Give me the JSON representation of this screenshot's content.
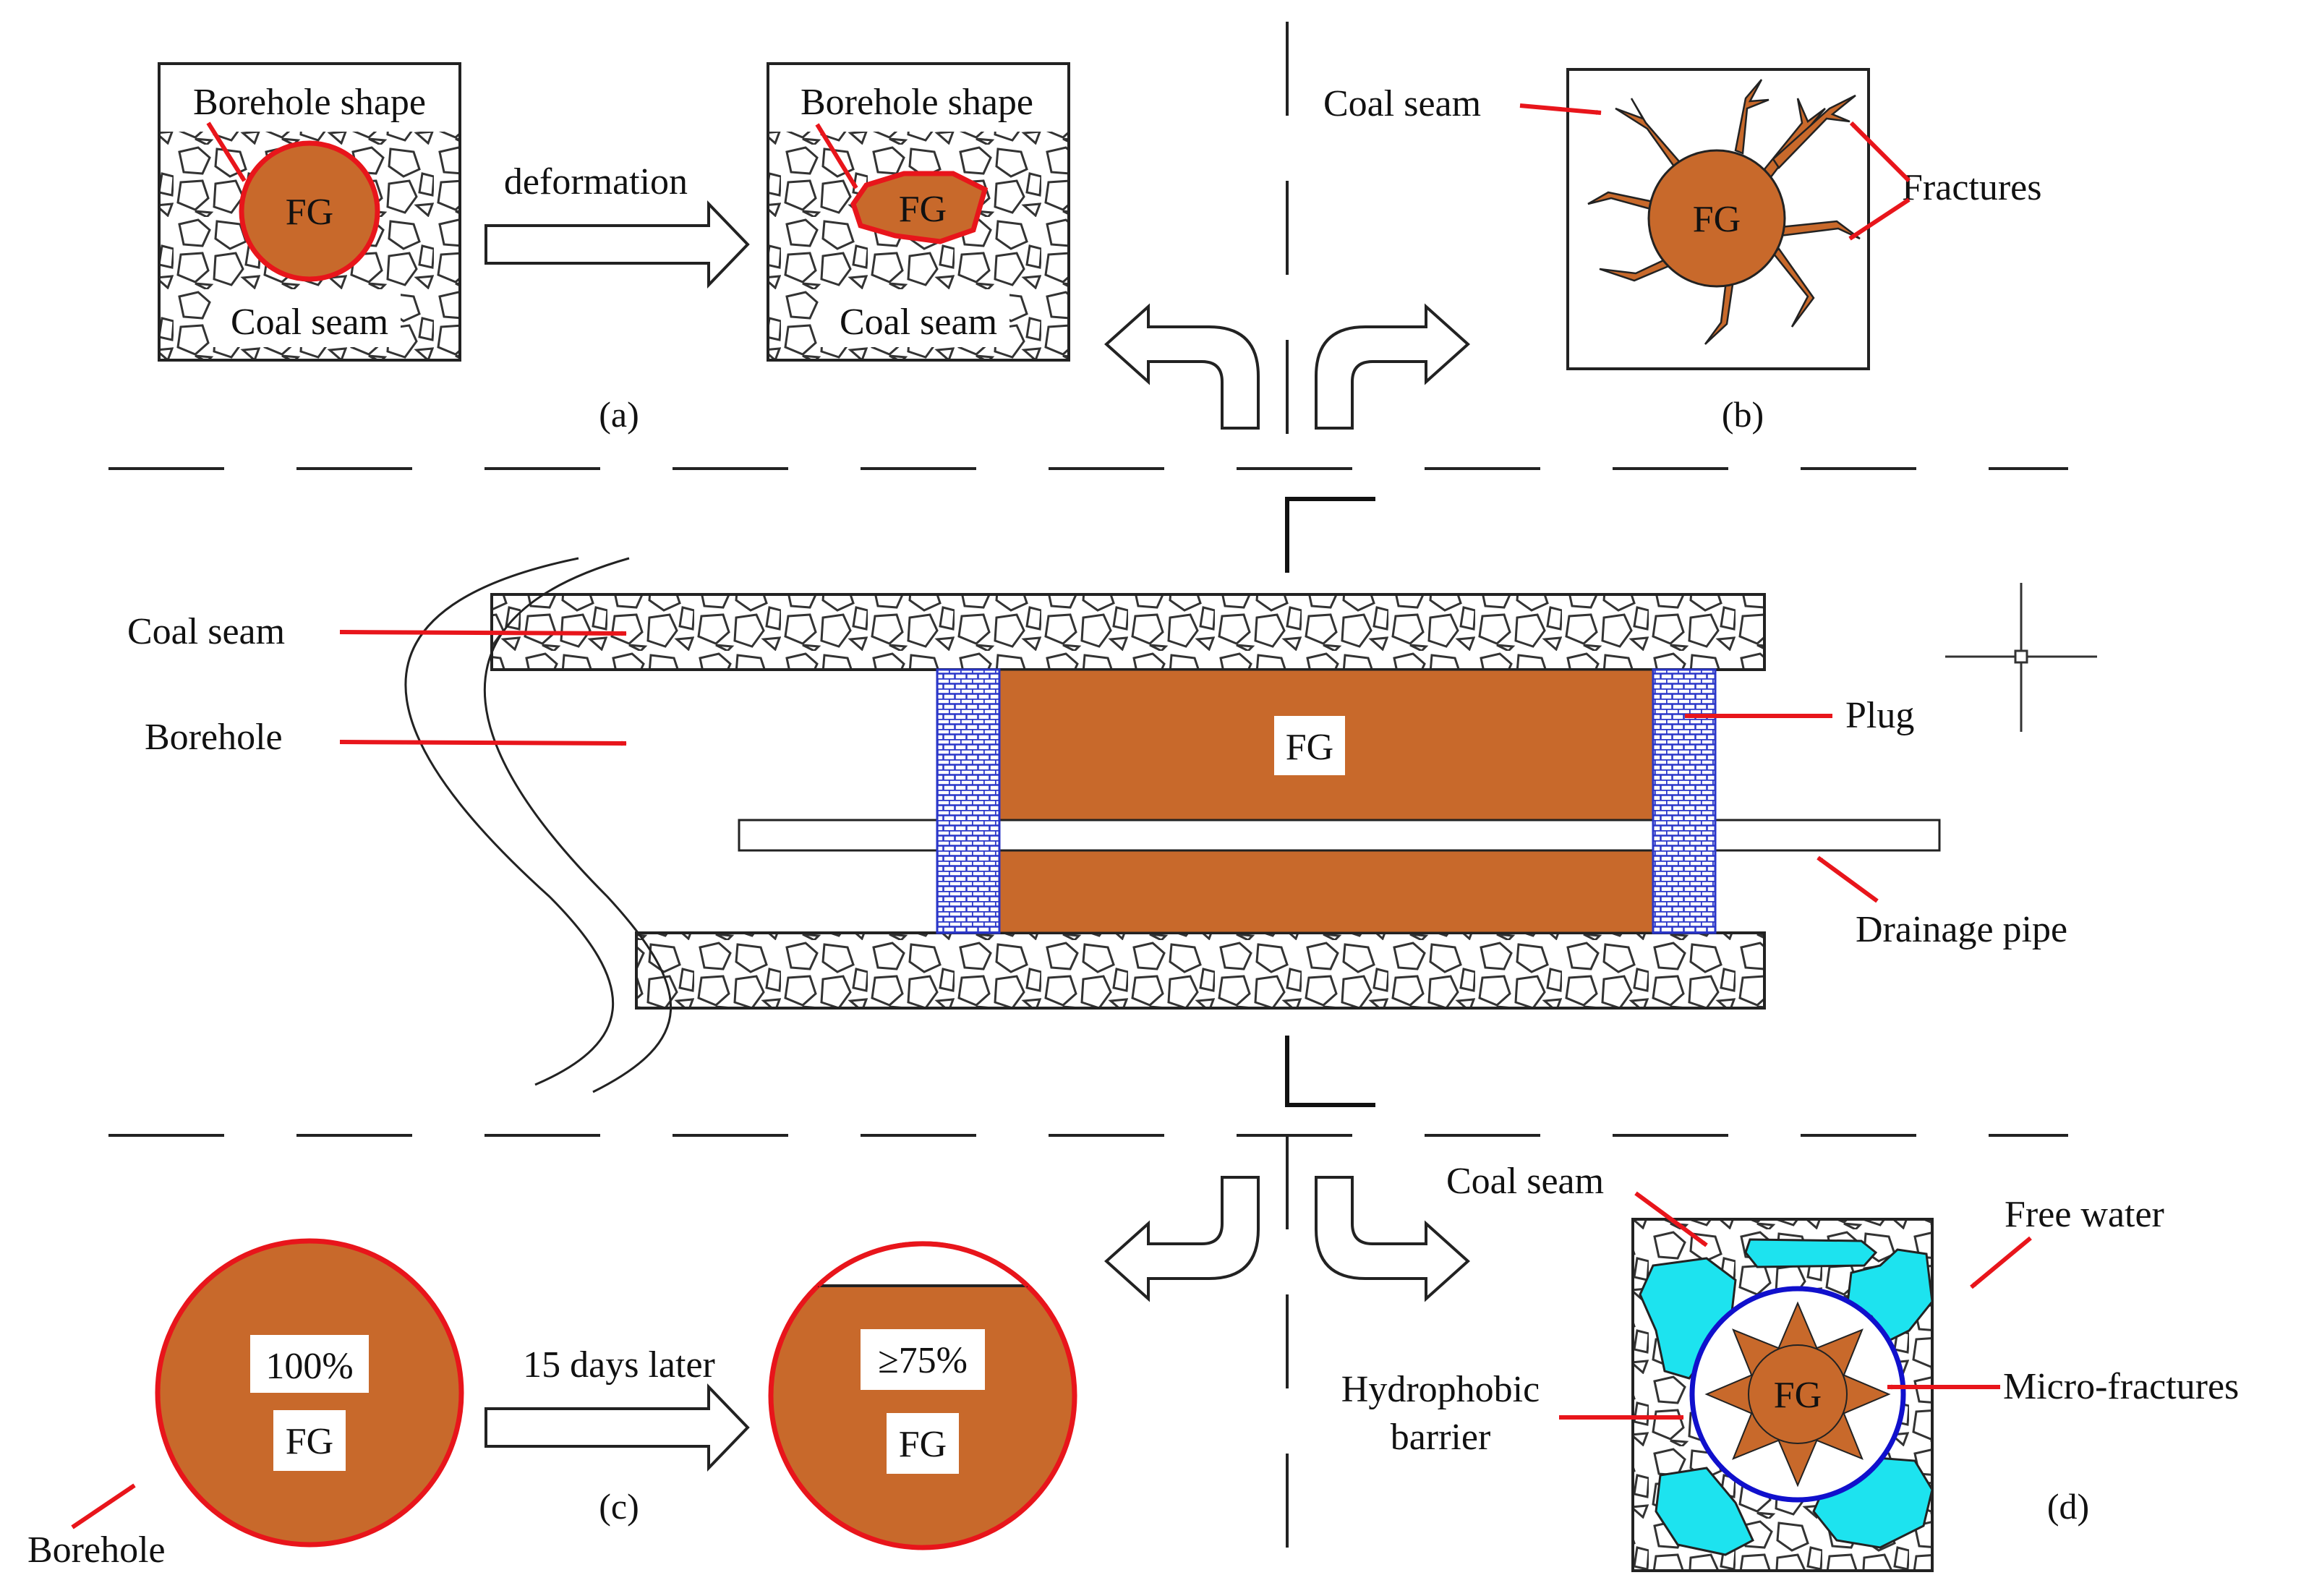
{
  "panel_a": {
    "left_top": "Borehole shape",
    "left_bottom": "Coal seam",
    "left_center": "FG",
    "arrow": "deformation",
    "right_top": "Borehole shape",
    "right_bottom": "Coal seam",
    "right_center": "FG",
    "caption": "(a)"
  },
  "panel_b": {
    "coal": "Coal seam",
    "fractures": "Fractures",
    "center": "FG",
    "caption": "(b)"
  },
  "main": {
    "coal": "Coal seam",
    "borehole": "Borehole",
    "fg": "FG",
    "plug": "Plug",
    "pipe": "Drainage pipe"
  },
  "panel_c": {
    "left_pct": "100%",
    "left_fg": "FG",
    "arrow": "15 days later",
    "right_pct": "≥75%",
    "right_fg": "FG",
    "borehole": "Borehole",
    "caption": "(c)"
  },
  "panel_d": {
    "coal": "Coal seam",
    "water": "Free water",
    "barrier_1": "Hydrophobic",
    "barrier_2": "barrier",
    "micro": "Micro-fractures",
    "center": "FG",
    "caption": "(d)"
  },
  "colors": {
    "fg": "#c8692b",
    "red": "#e8151b",
    "water": "#1de3ef",
    "barrier": "#1010cc",
    "plug": "#2a36c8"
  }
}
